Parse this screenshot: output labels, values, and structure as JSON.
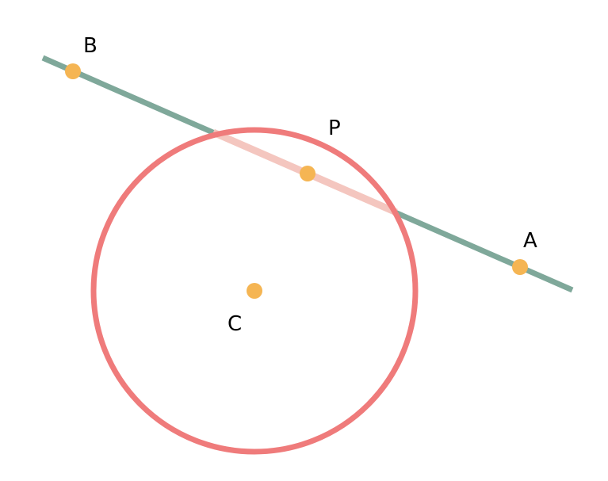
{
  "diagram": {
    "points": {
      "A": {
        "label": "A"
      },
      "B": {
        "label": "B"
      },
      "P": {
        "label": "P"
      },
      "C": {
        "label": "C"
      }
    },
    "colors": {
      "line": "#7fa89a",
      "circle": "#ef7b7b",
      "chord": "#f4c6bf",
      "point": "#f5b553",
      "label": "#000000",
      "background": "#ffffff"
    }
  }
}
